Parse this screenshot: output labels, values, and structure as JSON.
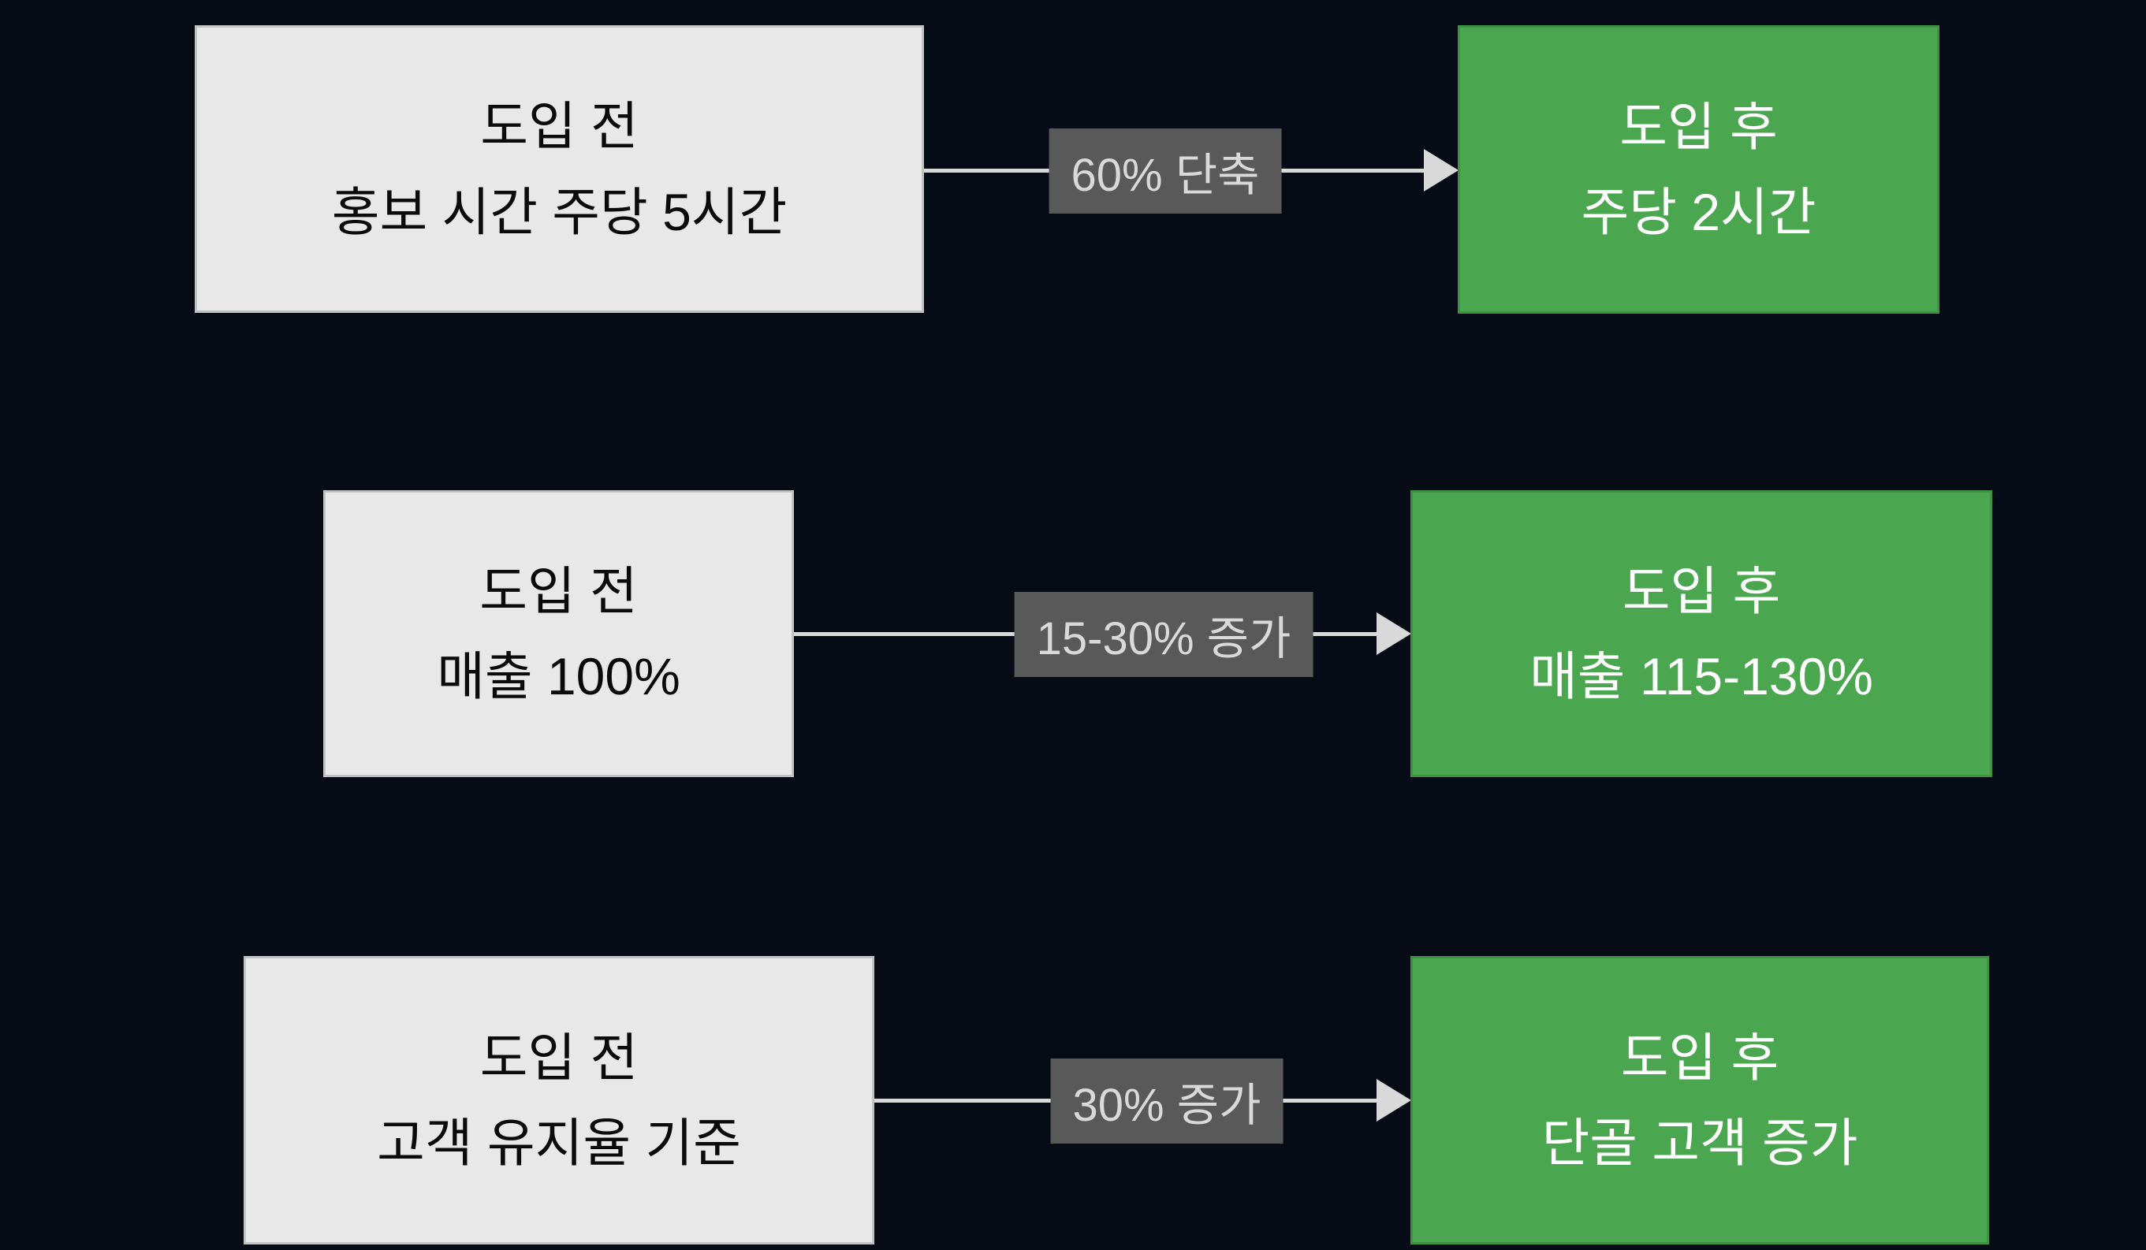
{
  "colors": {
    "background": "#060b16",
    "before_box_fill": "#e8e8e8",
    "before_box_border": "#c2c2c2",
    "before_text": "#0b0b0b",
    "after_box_fill": "#4aa64f",
    "after_box_border": "#3e9143",
    "after_text": "#ffffff",
    "arrow": "#d9d9d9",
    "change_label_bg": "#595959",
    "change_label_text": "#d9d9d9"
  },
  "rows": [
    {
      "before": {
        "line1": "도입 전",
        "line2": "홍보 시간 주당 5시간"
      },
      "change_label": "60% 단축",
      "after": {
        "line1": "도입 후",
        "line2": "주당 2시간"
      }
    },
    {
      "before": {
        "line1": "도입 전",
        "line2": "매출 100%"
      },
      "change_label": "15-30% 증가",
      "after": {
        "line1": "도입 후",
        "line2": "매출 115-130%"
      }
    },
    {
      "before": {
        "line1": "도입 전",
        "line2": "고객 유지율 기준"
      },
      "change_label": "30% 증가",
      "after": {
        "line1": "도입 후",
        "line2": "단골 고객 증가"
      }
    }
  ]
}
